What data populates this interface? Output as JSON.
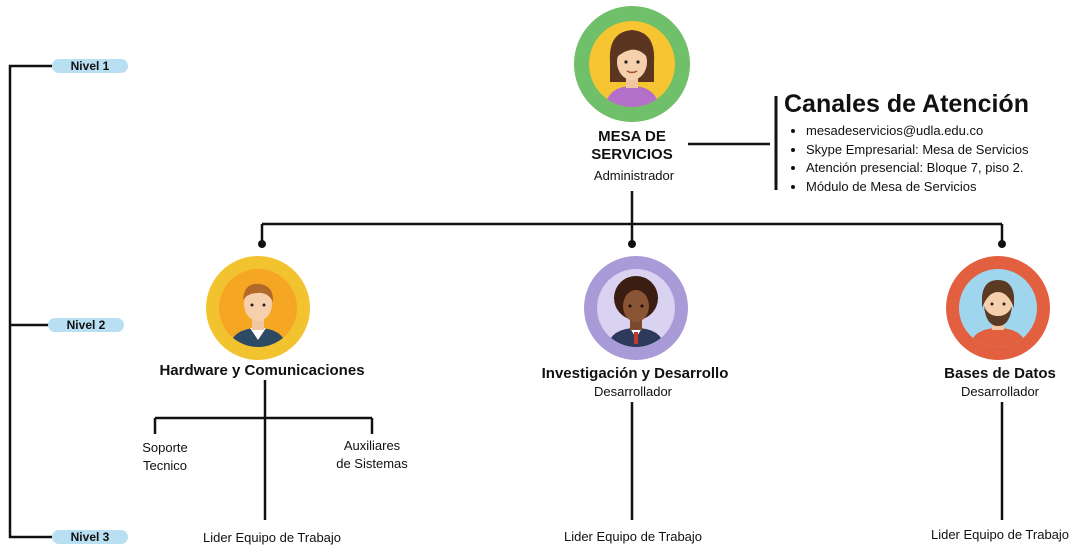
{
  "levels": [
    "Nivel 1",
    "Nivel 2",
    "Nivel 3"
  ],
  "root": {
    "title_line1": "MESA DE",
    "title_line2": "SERVICIOS",
    "role": "Administrador",
    "avatar": "woman-avatar-icon",
    "ring_color": "#6fbf6b",
    "inner_color": "#f7c531"
  },
  "channels": {
    "title": "Canales de Atención",
    "items": [
      "mesadeservicios@udla.edu.co",
      "Skype Empresarial: Mesa de Servicios",
      "Atención presencial: Bloque 7, piso 2.",
      "Módulo de Mesa de Servicios"
    ]
  },
  "nodes": [
    {
      "title": "Hardware y Comunicaciones",
      "role": "",
      "avatar": "man-avatar-icon",
      "ring_color": "#f3c22f",
      "inner_color": "#f5a623",
      "level3": "Lider Equipo de Trabajo"
    },
    {
      "title": "Investigación y Desarrollo",
      "role": "Desarrollador",
      "avatar": "woman-curly-avatar-icon",
      "ring_color": "#a99ad8",
      "inner_color": "#d9d2f0",
      "level3": "Lider Equipo de Trabajo"
    },
    {
      "title": "Bases de Datos",
      "role": "Desarrollador",
      "avatar": "bearded-man-avatar-icon",
      "ring_color": "#e2603f",
      "inner_color": "#9fd6ee",
      "level3": "Lider Equipo de Trabajo"
    }
  ],
  "hardware_sub": {
    "left_line1": "Soporte",
    "left_line2": "Tecnico",
    "right_line1": "Auxiliares",
    "right_line2": "de Sistemas"
  }
}
